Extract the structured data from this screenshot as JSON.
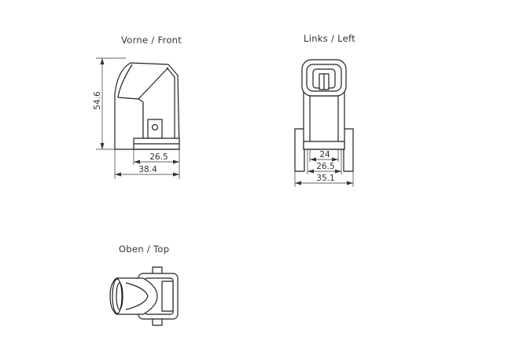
{
  "views": {
    "front": {
      "title": "Vorne  /  Front",
      "dim_height": "54.6",
      "dim_inner": "26.5",
      "dim_outer": "38.4"
    },
    "left": {
      "title": "Links  /  Left",
      "dim_a": "24",
      "dim_b": "26.5",
      "dim_c": "35.1"
    },
    "top": {
      "title": "Oben  /  Top"
    }
  },
  "colors": {
    "line": "#222222",
    "background": "#ffffff",
    "text": "#333333"
  }
}
